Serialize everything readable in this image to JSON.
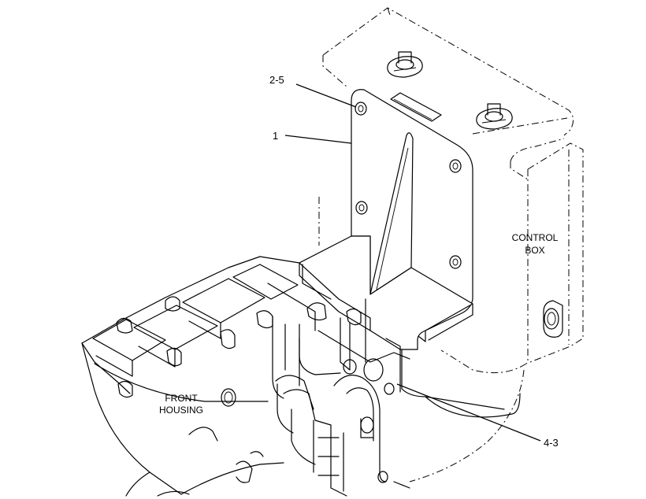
{
  "callouts": {
    "c1": "2-5",
    "c2": "1",
    "c3": "4-3"
  },
  "component_labels": {
    "control_box_line1": "CONTROL",
    "control_box_line2": "BOX",
    "front_housing_line1": "FRONT",
    "front_housing_line2": "HOUSING"
  },
  "colors": {
    "line": "#000000",
    "background": "#ffffff"
  }
}
